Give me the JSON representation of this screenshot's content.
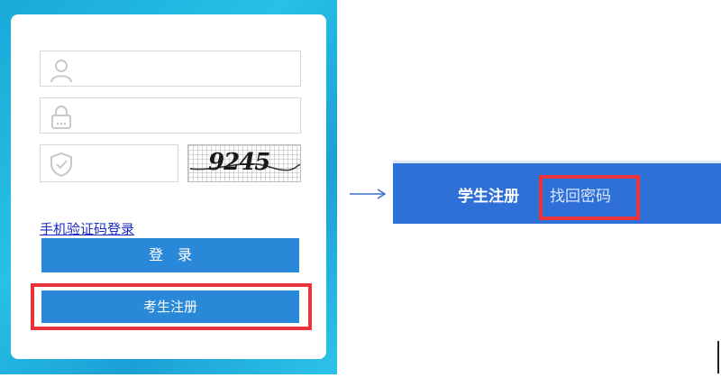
{
  "login": {
    "username_value": "",
    "password_value": "",
    "captcha_value": "",
    "captcha_image_text": "9245",
    "sms_login_link": "手机验证码登录",
    "login_button": "登　录",
    "register_button": "考生注册"
  },
  "topbar": {
    "student_register": "学生注册",
    "forgot_password": "找回密码"
  },
  "colors": {
    "backdrop": "#1aa9d9",
    "button": "#2a88d8",
    "topbar": "#2f6fd8",
    "highlight": "#e8343a",
    "link": "#1a2cc4"
  }
}
